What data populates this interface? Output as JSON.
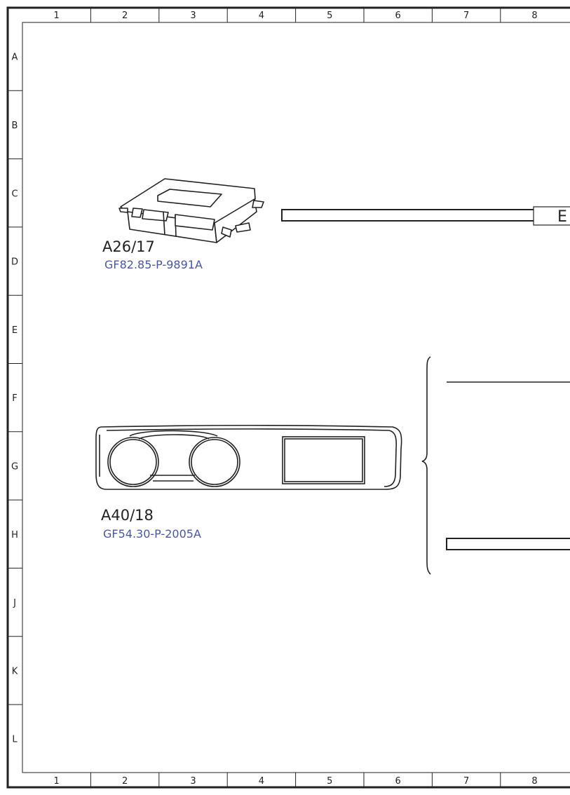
{
  "frame": {
    "columns": [
      "1",
      "2",
      "3",
      "4",
      "5",
      "6",
      "7",
      "8"
    ],
    "rows": [
      "A",
      "B",
      "C",
      "D",
      "E",
      "F",
      "G",
      "H",
      "J",
      "K",
      "L"
    ]
  },
  "components": [
    {
      "id": "A26/17",
      "ref": "GF82.85-P-9891A"
    },
    {
      "id": "A40/18",
      "ref": "GF54.30-P-2005A"
    }
  ],
  "connector": {
    "text": "E"
  },
  "colors": {
    "line": "#222222",
    "link": "#4a56a0",
    "background": "#ffffff"
  }
}
